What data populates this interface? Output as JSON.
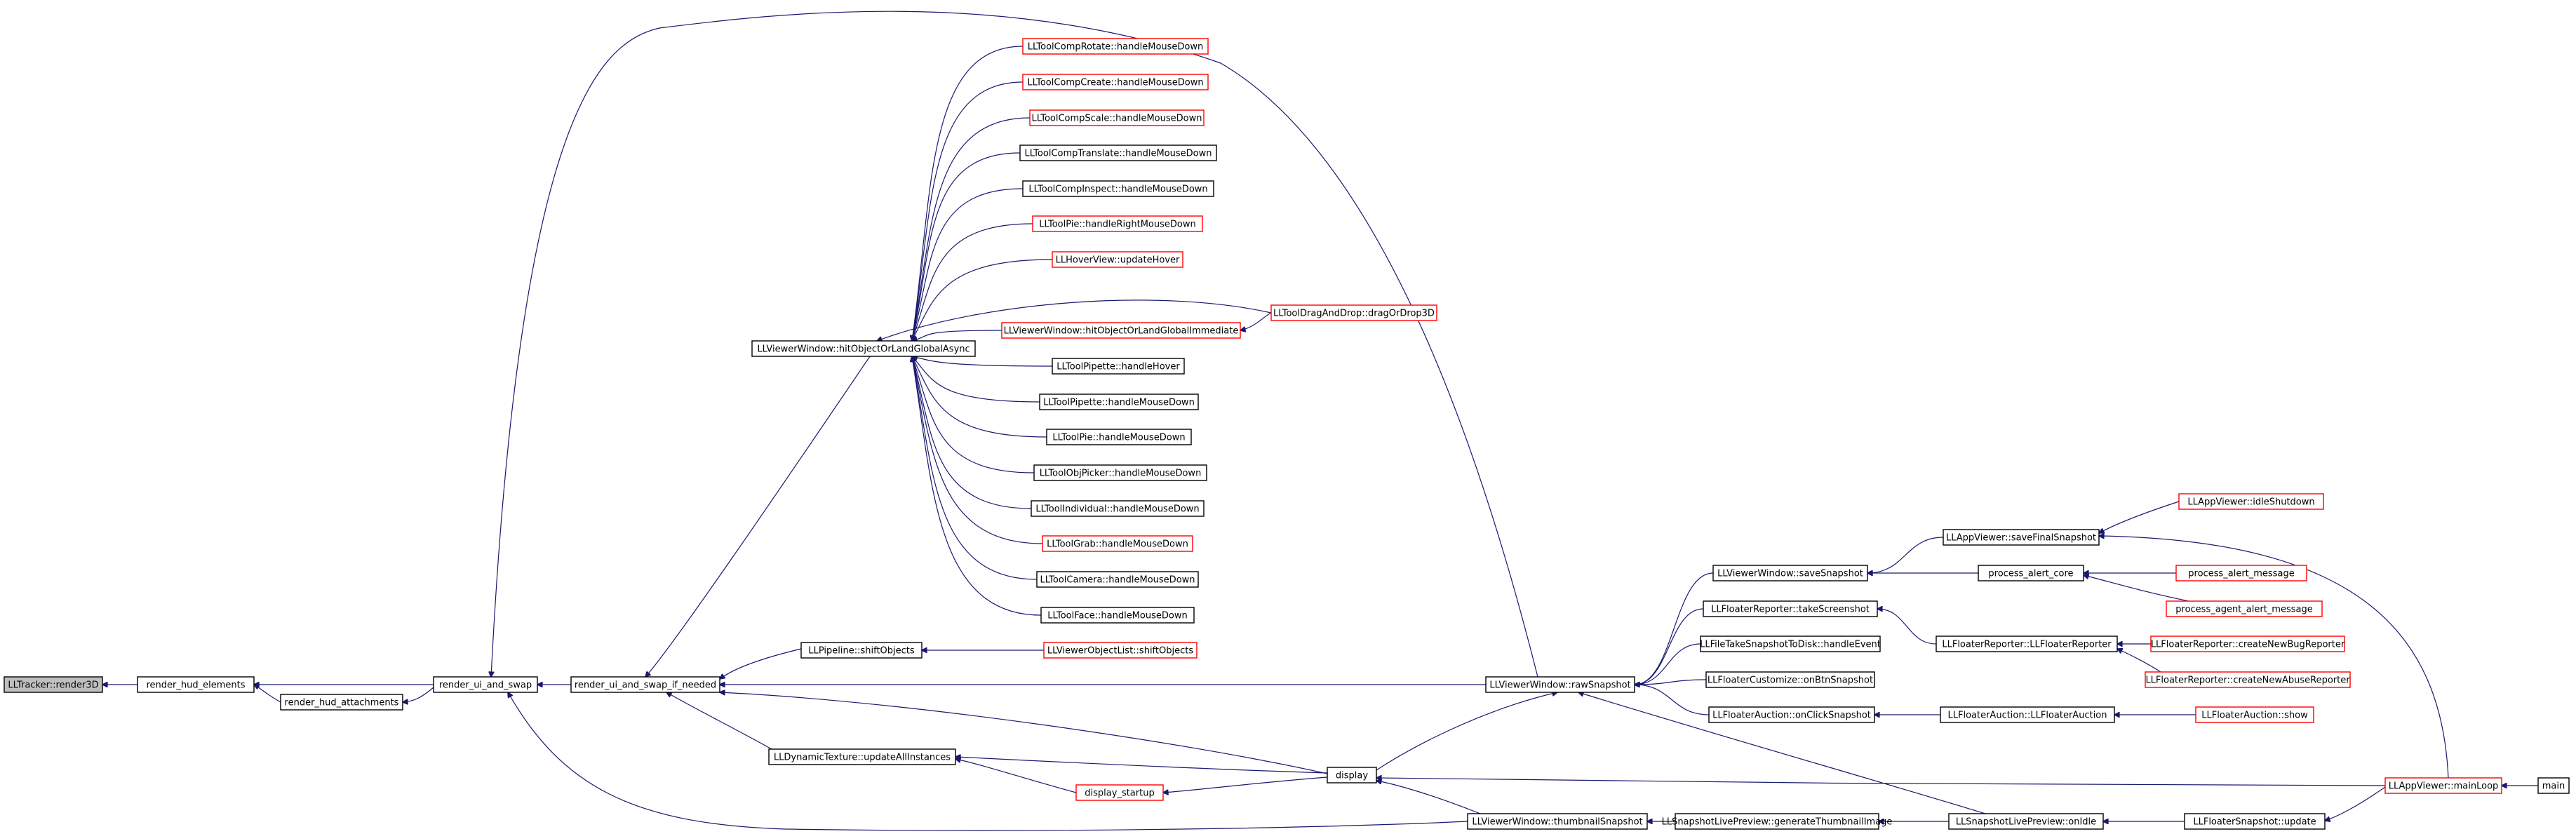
{
  "graph": {
    "direction": "callers (right to left)",
    "colors": {
      "edge": "#191970",
      "truncated_border": "#ff0000",
      "node_border": "#000000",
      "root_fill": "#bfbfbf"
    },
    "nodes": {
      "n_render3d": {
        "label": "LLTracker::render3D",
        "style": "root"
      },
      "n_hud_elements": {
        "label": "render_hud_elements",
        "style": "normal"
      },
      "n_hud_attach": {
        "label": "render_hud_attachments",
        "style": "normal"
      },
      "n_ui_swap": {
        "label": "render_ui_and_swap",
        "style": "normal"
      },
      "n_ui_swap_if": {
        "label": "render_ui_and_swap_if_needed",
        "style": "normal"
      },
      "n_hitobj_async": {
        "label": "LLViewerWindow::hitObjectOrLandGlobalAsync",
        "style": "normal"
      },
      "n_rotate": {
        "label": "LLToolCompRotate::handleMouseDown",
        "style": "truncated"
      },
      "n_create": {
        "label": "LLToolCompCreate::handleMouseDown",
        "style": "truncated"
      },
      "n_scale": {
        "label": "LLToolCompScale::handleMouseDown",
        "style": "truncated"
      },
      "n_translate": {
        "label": "LLToolCompTranslate::handleMouseDown",
        "style": "normal"
      },
      "n_inspect": {
        "label": "LLToolCompInspect::handleMouseDown",
        "style": "normal"
      },
      "n_pie_right": {
        "label": "LLToolPie::handleRightMouseDown",
        "style": "truncated"
      },
      "n_hover": {
        "label": "LLHoverView::updateHover",
        "style": "truncated"
      },
      "n_dragdrop": {
        "label": "LLToolDragAndDrop::dragOrDrop3D",
        "style": "truncated"
      },
      "n_hitobj_imm": {
        "label": "LLViewerWindow::hitObjectOrLandGlobalImmediate",
        "style": "truncated"
      },
      "n_pip_hover": {
        "label": "LLToolPipette::handleHover",
        "style": "normal"
      },
      "n_pip_down": {
        "label": "LLToolPipette::handleMouseDown",
        "style": "normal"
      },
      "n_pie_down": {
        "label": "LLToolPie::handleMouseDown",
        "style": "normal"
      },
      "n_objpicker": {
        "label": "LLToolObjPicker::handleMouseDown",
        "style": "normal"
      },
      "n_indiv": {
        "label": "LLToolIndividual::handleMouseDown",
        "style": "normal"
      },
      "n_grab": {
        "label": "LLToolGrab::handleMouseDown",
        "style": "truncated"
      },
      "n_camera": {
        "label": "LLToolCamera::handleMouseDown",
        "style": "normal"
      },
      "n_face": {
        "label": "LLToolFace::handleMouseDown",
        "style": "normal"
      },
      "n_shiftobj": {
        "label": "LLPipeline::shiftObjects",
        "style": "normal"
      },
      "n_objlist_shift": {
        "label": "LLViewerObjectList::shiftObjects",
        "style": "truncated"
      },
      "n_dyntex": {
        "label": "LLDynamicTexture::updateAllInstances",
        "style": "normal"
      },
      "n_disp_startup": {
        "label": "display_startup",
        "style": "truncated"
      },
      "n_display": {
        "label": "display",
        "style": "normal"
      },
      "n_rawsnap": {
        "label": "LLViewerWindow::rawSnapshot",
        "style": "normal"
      },
      "n_savesnap": {
        "label": "LLViewerWindow::saveSnapshot",
        "style": "normal"
      },
      "n_takeshot": {
        "label": "LLFloaterReporter::takeScreenshot",
        "style": "normal"
      },
      "n_filetake": {
        "label": "LLFileTakeSnapshotToDisk::handleEvent",
        "style": "normal"
      },
      "n_customize": {
        "label": "LLFloaterCustomize::onBtnSnapshot",
        "style": "normal"
      },
      "n_auction_click": {
        "label": "LLFloaterAuction::onClickSnapshot",
        "style": "normal"
      },
      "n_final_snap": {
        "label": "LLAppViewer::saveFinalSnapshot",
        "style": "normal"
      },
      "n_idle_shutdown": {
        "label": "LLAppViewer::idleShutdown",
        "style": "truncated"
      },
      "n_alert_core": {
        "label": "process_alert_core",
        "style": "normal"
      },
      "n_alert_msg": {
        "label": "process_alert_message",
        "style": "truncated"
      },
      "n_agent_alert": {
        "label": "process_agent_alert_message",
        "style": "truncated"
      },
      "n_reporter_ctor": {
        "label": "LLFloaterReporter::LLFloaterReporter",
        "style": "normal"
      },
      "n_new_bug": {
        "label": "LLFloaterReporter::createNewBugReporter",
        "style": "truncated"
      },
      "n_new_abuse": {
        "label": "LLFloaterReporter::createNewAbuseReporter",
        "style": "truncated"
      },
      "n_auction_ctor": {
        "label": "LLFloaterAuction::LLFloaterAuction",
        "style": "normal"
      },
      "n_auction_show": {
        "label": "LLFloaterAuction::show",
        "style": "truncated"
      },
      "n_thumb": {
        "label": "LLViewerWindow::thumbnailSnapshot",
        "style": "normal"
      },
      "n_gen_thumb": {
        "label": "LLSnapshotLivePreview::generateThumbnailImage",
        "style": "normal"
      },
      "n_onidle": {
        "label": "LLSnapshotLivePreview::onIdle",
        "style": "normal"
      },
      "n_snap_update": {
        "label": "LLFloaterSnapshot::update",
        "style": "normal"
      },
      "n_mainloop": {
        "label": "LLAppViewer::mainLoop",
        "style": "truncated"
      },
      "n_main": {
        "label": "main",
        "style": "normal"
      }
    },
    "edges": [
      [
        "n_hud_elements",
        "n_render3d"
      ],
      [
        "n_ui_swap",
        "n_hud_elements"
      ],
      [
        "n_hud_attach",
        "n_hud_elements"
      ],
      [
        "n_ui_swap",
        "n_hud_attach"
      ],
      [
        "n_ui_swap_if",
        "n_ui_swap"
      ],
      [
        "n_rawsnap",
        "n_ui_swap"
      ],
      [
        "n_thumb",
        "n_ui_swap"
      ],
      [
        "n_hitobj_async",
        "n_ui_swap_if"
      ],
      [
        "n_shiftobj",
        "n_ui_swap_if"
      ],
      [
        "n_rawsnap",
        "n_ui_swap_if"
      ],
      [
        "n_display",
        "n_ui_swap_if"
      ],
      [
        "n_dyntex",
        "n_ui_swap_if"
      ],
      [
        "n_rotate",
        "n_hitobj_async"
      ],
      [
        "n_create",
        "n_hitobj_async"
      ],
      [
        "n_scale",
        "n_hitobj_async"
      ],
      [
        "n_translate",
        "n_hitobj_async"
      ],
      [
        "n_inspect",
        "n_hitobj_async"
      ],
      [
        "n_pie_right",
        "n_hitobj_async"
      ],
      [
        "n_hover",
        "n_hitobj_async"
      ],
      [
        "n_dragdrop",
        "n_hitobj_async"
      ],
      [
        "n_hitobj_imm",
        "n_hitobj_async"
      ],
      [
        "n_pip_hover",
        "n_hitobj_async"
      ],
      [
        "n_pip_down",
        "n_hitobj_async"
      ],
      [
        "n_pie_down",
        "n_hitobj_async"
      ],
      [
        "n_objpicker",
        "n_hitobj_async"
      ],
      [
        "n_indiv",
        "n_hitobj_async"
      ],
      [
        "n_grab",
        "n_hitobj_async"
      ],
      [
        "n_camera",
        "n_hitobj_async"
      ],
      [
        "n_face",
        "n_hitobj_async"
      ],
      [
        "n_dragdrop",
        "n_hitobj_imm"
      ],
      [
        "n_objlist_shift",
        "n_shiftobj"
      ],
      [
        "n_display",
        "n_dyntex"
      ],
      [
        "n_disp_startup",
        "n_dyntex"
      ],
      [
        "n_display",
        "n_disp_startup"
      ],
      [
        "n_savesnap",
        "n_rawsnap"
      ],
      [
        "n_takeshot",
        "n_rawsnap"
      ],
      [
        "n_filetake",
        "n_rawsnap"
      ],
      [
        "n_customize",
        "n_rawsnap"
      ],
      [
        "n_auction_click",
        "n_rawsnap"
      ],
      [
        "n_onidle",
        "n_rawsnap"
      ],
      [
        "n_display",
        "n_rawsnap"
      ],
      [
        "n_final_snap",
        "n_savesnap"
      ],
      [
        "n_alert_core",
        "n_savesnap"
      ],
      [
        "n_idle_shutdown",
        "n_final_snap"
      ],
      [
        "n_mainloop",
        "n_final_snap"
      ],
      [
        "n_alert_msg",
        "n_alert_core"
      ],
      [
        "n_agent_alert",
        "n_alert_core"
      ],
      [
        "n_reporter_ctor",
        "n_takeshot"
      ],
      [
        "n_new_bug",
        "n_reporter_ctor"
      ],
      [
        "n_new_abuse",
        "n_reporter_ctor"
      ],
      [
        "n_auction_ctor",
        "n_auction_click"
      ],
      [
        "n_auction_show",
        "n_auction_ctor"
      ],
      [
        "n_mainloop",
        "n_display"
      ],
      [
        "n_thumb",
        "n_display"
      ],
      [
        "n_gen_thumb",
        "n_thumb"
      ],
      [
        "n_onidle",
        "n_gen_thumb"
      ],
      [
        "n_snap_update",
        "n_onidle"
      ],
      [
        "n_mainloop",
        "n_snap_update"
      ],
      [
        "n_main",
        "n_mainloop"
      ]
    ]
  }
}
